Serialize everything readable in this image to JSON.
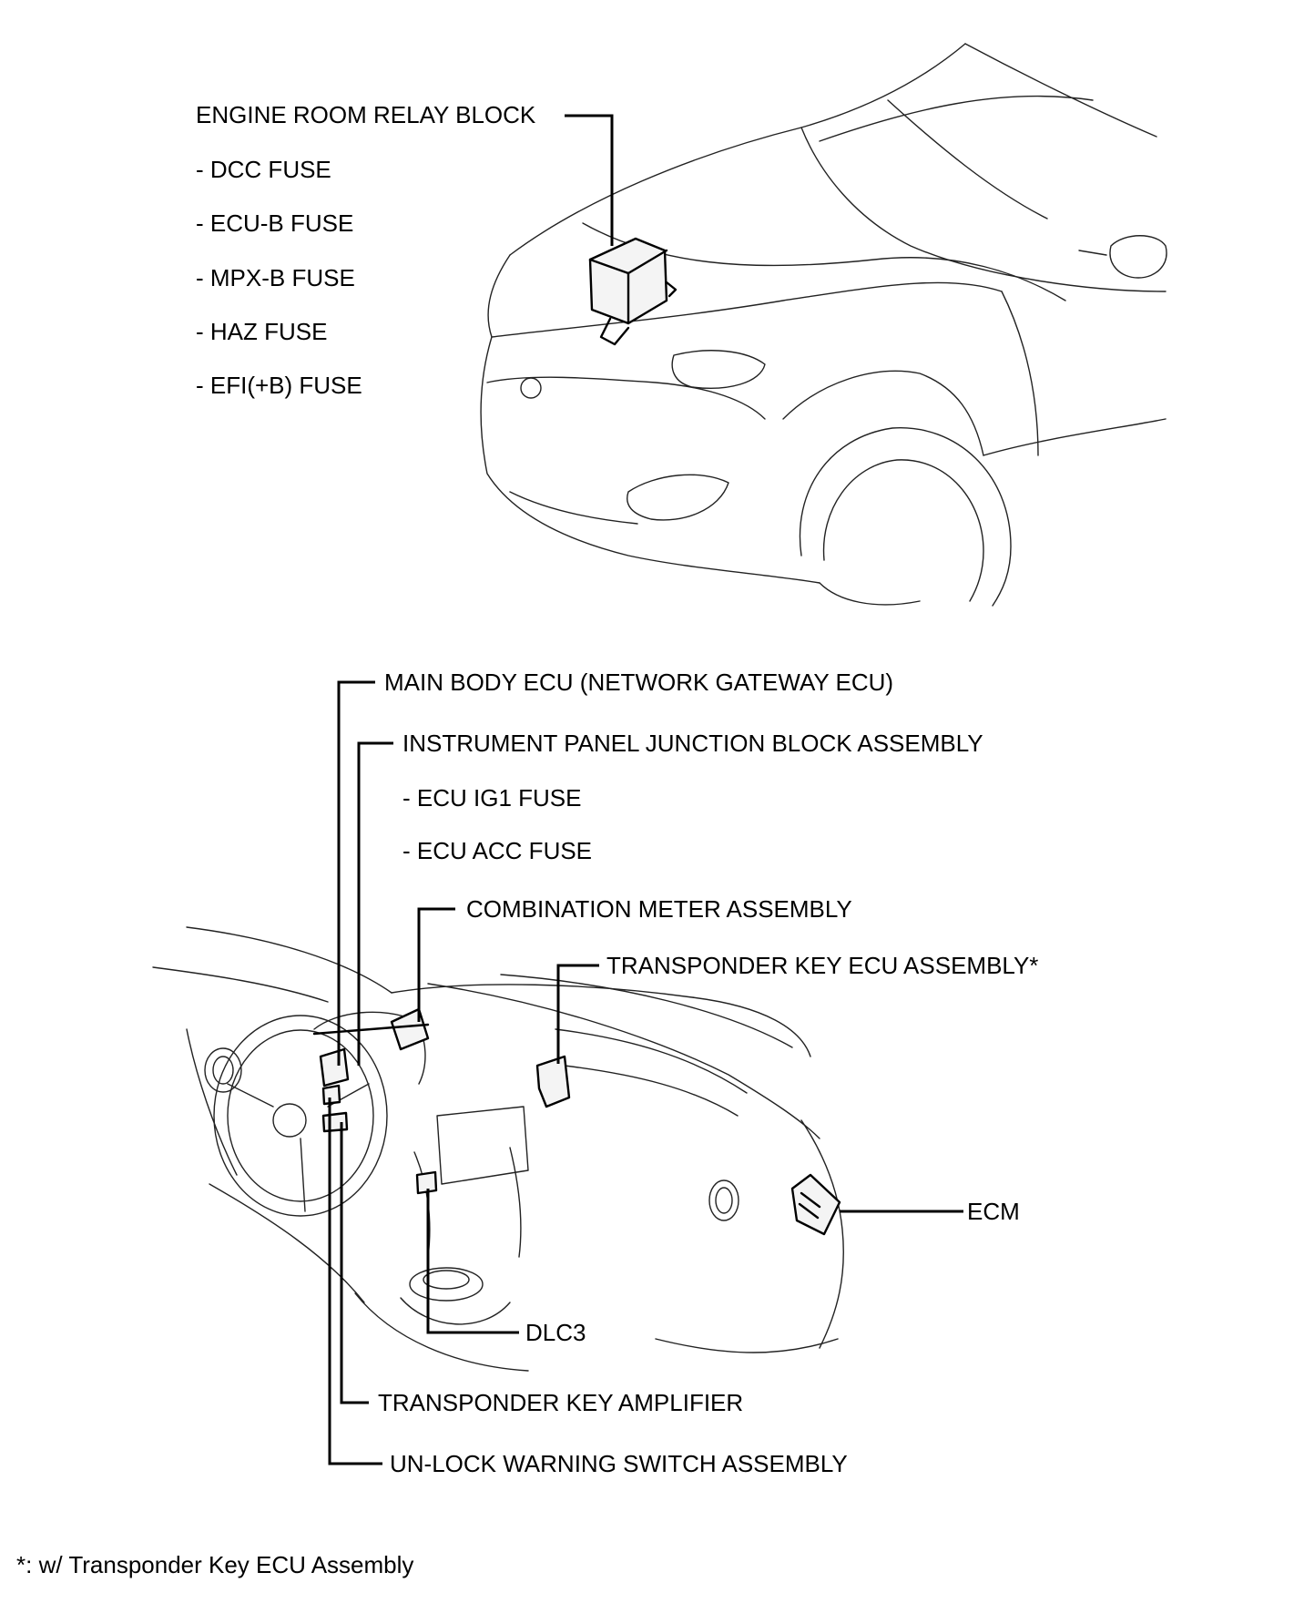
{
  "engine_room": {
    "title": "ENGINE ROOM RELAY BLOCK",
    "fuses": [
      "- DCC FUSE",
      "- ECU-B FUSE",
      "- MPX-B FUSE",
      "- HAZ FUSE",
      "- EFI(+B) FUSE"
    ]
  },
  "interior": {
    "main_body_ecu": "MAIN BODY ECU (NETWORK GATEWAY ECU)",
    "ip_junction_block": "INSTRUMENT PANEL JUNCTION BLOCK ASSEMBLY",
    "ip_fuses": [
      "- ECU IG1 FUSE",
      "- ECU ACC FUSE"
    ],
    "combination_meter": "COMBINATION METER ASSEMBLY",
    "transponder_ecu": "TRANSPONDER KEY ECU ASSEMBLY*",
    "ecm": "ECM",
    "dlc3": "DLC3",
    "transponder_amplifier": "TRANSPONDER KEY AMPLIFIER",
    "unlock_warning_switch": "UN-LOCK WARNING SWITCH ASSEMBLY"
  },
  "footnote": "*: w/ Transponder Key ECU Assembly"
}
